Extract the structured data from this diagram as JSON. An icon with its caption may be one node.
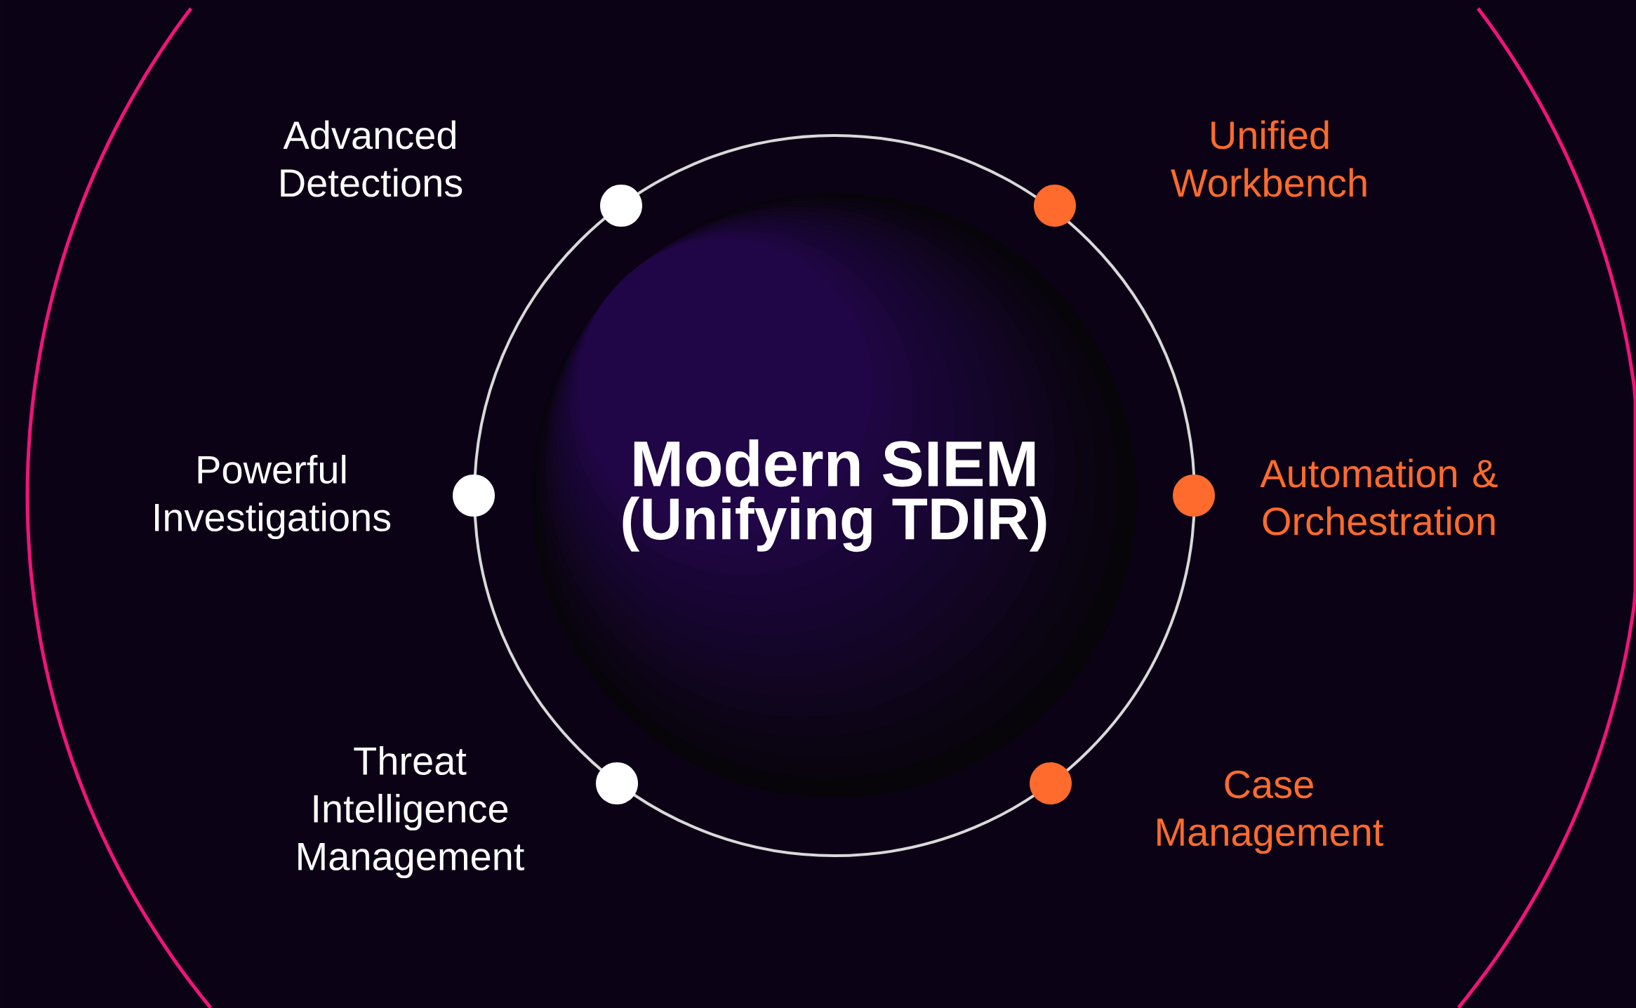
{
  "diagram": {
    "nodes": [
      {
        "text": [
          "Modern SIEM",
          "(Unifying TDIR)"
        ]
      },
      {
        "text": [],
        "shape": "circle"
      },
      {
        "text": [],
        "shape": "circle"
      },
      {
        "text": [],
        "shape": "circle"
      },
      {
        "text": [],
        "shape": "circle"
      },
      {
        "text": [],
        "shape": "circle"
      },
      {
        "text": [],
        "shape": "circle"
      }
    ],
    "labels": [
      "Advanced Detections",
      "Unified Workbench",
      "Powerful Investigations",
      "Automation & Orchestration",
      "Threat Intelligence Management",
      "Case Management"
    ]
  }
}
